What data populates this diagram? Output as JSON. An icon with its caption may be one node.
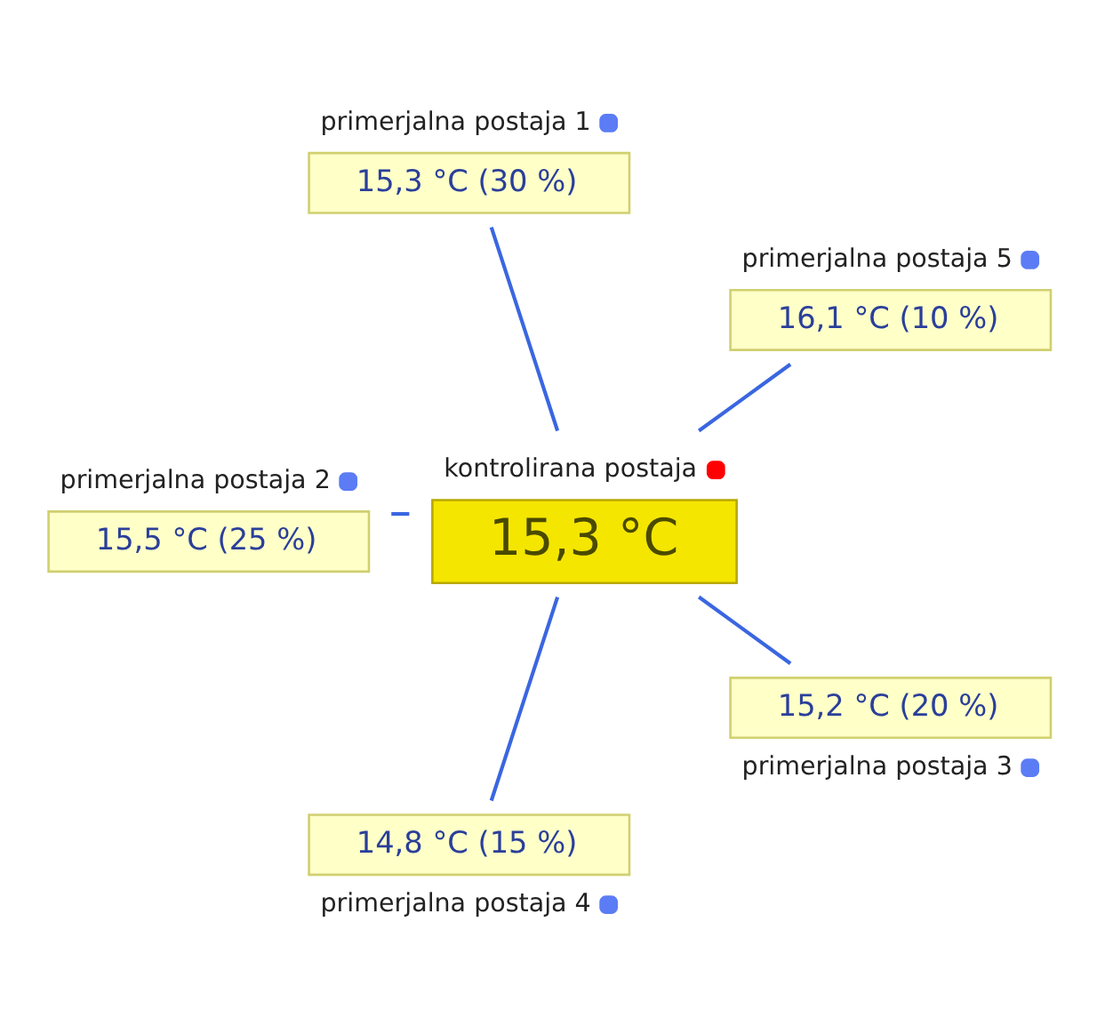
{
  "diagram": {
    "nodes": [
      {
        "text": [
          "15,3 °C"
        ],
        "beside": [
          "kontrolirana postaja"
        ]
      },
      {
        "text": [
          "16,1 °C (10 %)"
        ],
        "beside": [
          "primerjalna postaja 5"
        ]
      },
      {
        "text": [
          "15,3 °C (30 %)"
        ],
        "beside": [
          "primerjalna postaja 1"
        ]
      },
      {
        "text": [
          "15,5 °C (25 %)"
        ],
        "beside": [
          "primerjalna postaja 2"
        ]
      },
      {
        "text": [
          "14,8 °C (15 %)"
        ],
        "beside": [
          "primerjalna postaja 4"
        ]
      },
      {
        "text": [
          "15,2 °C (20 %)"
        ],
        "beside": [
          "primerjalna postaja 3"
        ]
      }
    ],
    "edges": [
      {
        "from": 0,
        "to": 1,
        "arrow": "none"
      },
      {
        "from": 0,
        "to": 2,
        "arrow": "none"
      },
      {
        "from": 0,
        "to": 3,
        "arrow": "none"
      },
      {
        "from": 0,
        "to": 4,
        "arrow": "none"
      },
      {
        "from": 0,
        "to": 5,
        "arrow": "none"
      }
    ]
  }
}
